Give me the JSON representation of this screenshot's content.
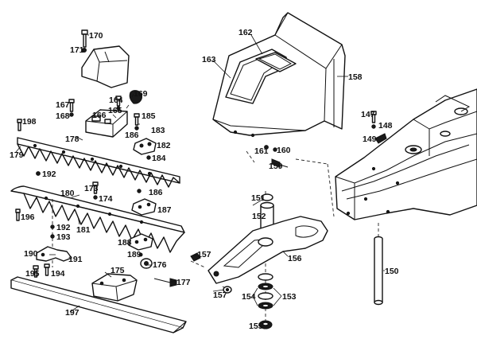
{
  "labels": {
    "l170": "170",
    "l171": "171",
    "l169": "169",
    "l166": "166",
    "l165": "165",
    "l164": "164",
    "l167": "167",
    "l168": "168",
    "l185": "185",
    "l183": "183",
    "l186a": "186",
    "l182": "182",
    "l184": "184",
    "l198": "198",
    "l178": "178",
    "l179": "179",
    "l192a": "192",
    "l180": "180",
    "l173": "173",
    "l174": "174",
    "l196": "196",
    "l192b": "192",
    "l193": "193",
    "l181": "181",
    "l186b": "186",
    "l187": "187",
    "l188": "188",
    "l189": "189",
    "l190": "190",
    "l191": "191",
    "l195": "195",
    "l194": "194",
    "l175": "175",
    "l176": "176",
    "l177": "177",
    "l197": "197",
    "l162": "162",
    "l163": "163",
    "l158": "158",
    "l161": "161",
    "l160": "160",
    "l159": "159",
    "l151": "151",
    "l152": "152",
    "l157a": "157",
    "l156": "156",
    "l157b": "157",
    "l154": "154",
    "l153": "153",
    "l155": "155",
    "l147": "147",
    "l148": "148",
    "l149": "149",
    "l150": "150"
  }
}
